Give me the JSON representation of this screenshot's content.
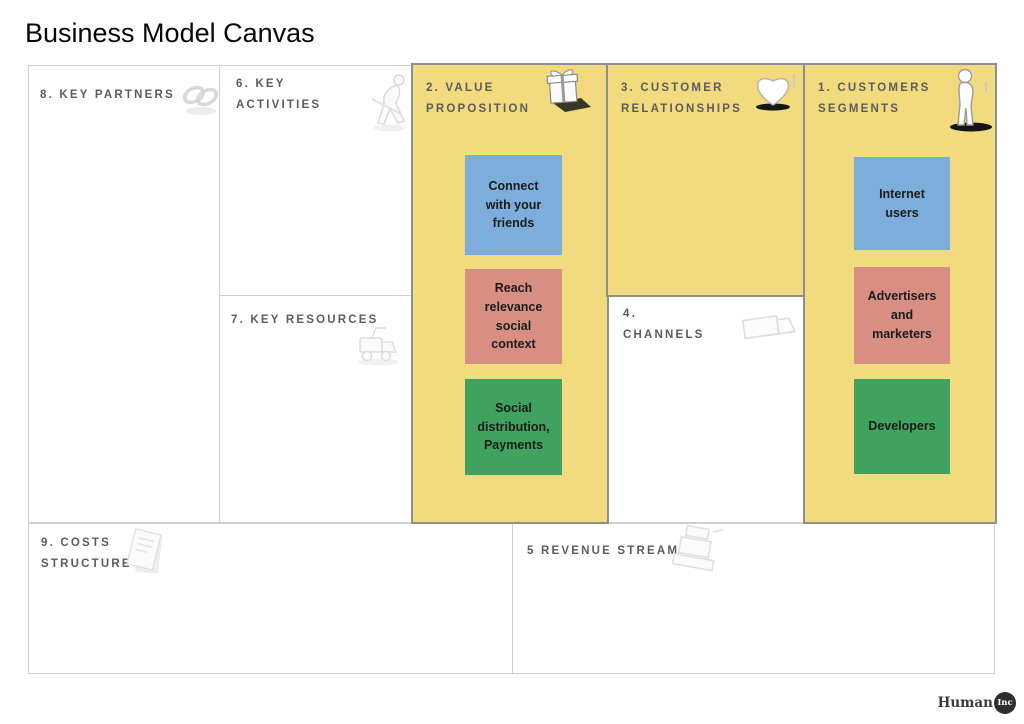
{
  "title": "Business Model Canvas",
  "canvas": {
    "sections": {
      "key_partners": {
        "label": "8. KEY PARTNERS",
        "icon": "partnership-rings-icon"
      },
      "key_activities": {
        "label": "6. KEY\nACTIVITIES",
        "icon": "working-person-icon"
      },
      "key_resources": {
        "label": "7. KEY RESOURCES",
        "icon": "equipment-icon"
      },
      "value_proposition": {
        "label": "2. VALUE\nPROPOSITION",
        "icon": "gift-icon",
        "highlighted": true,
        "notes": [
          {
            "text": "Connect\nwith your\nfriends",
            "color": "#7DAEDB"
          },
          {
            "text": "Reach\nrelevance\nsocial\ncontext",
            "color": "#D98E84"
          },
          {
            "text": "Social\ndistribution,\nPayments",
            "color": "#3FA35F"
          }
        ]
      },
      "customer_relationships": {
        "label": "3. CUSTOMER\nRELATIONSHIPS",
        "icon": "heart-icon",
        "highlighted": true
      },
      "channels": {
        "label": "4.\nCHANNELS",
        "icon": "delivery-truck-icon"
      },
      "customer_segments": {
        "label": "1. CUSTOMERS\nSEGMENTS",
        "icon": "standing-person-icon",
        "highlighted": true,
        "notes": [
          {
            "text": "Internet\nusers",
            "color": "#7DAEDB"
          },
          {
            "text": "Advertisers\nand\nmarketers",
            "color": "#D98E84"
          },
          {
            "text": "Developers",
            "color": "#3FA35F"
          }
        ]
      },
      "costs_structure": {
        "label": "9. COSTS\nSTRUCTURE",
        "icon": "receipt-icon"
      },
      "revenue_streams": {
        "label": "5 REVENUE STREAMS",
        "icon": "cash-register-icon"
      }
    },
    "colors": {
      "highlight_panel": "#F2DB7E",
      "panel_border": "#8E8E8E",
      "grid_line": "#CFCFCF",
      "note_blue": "#7DAEDB",
      "note_red": "#D98E84",
      "note_green": "#3FA35F",
      "header_text": "#5C5C5C"
    }
  },
  "logo": {
    "name": "Human",
    "suffix": "Inc"
  }
}
